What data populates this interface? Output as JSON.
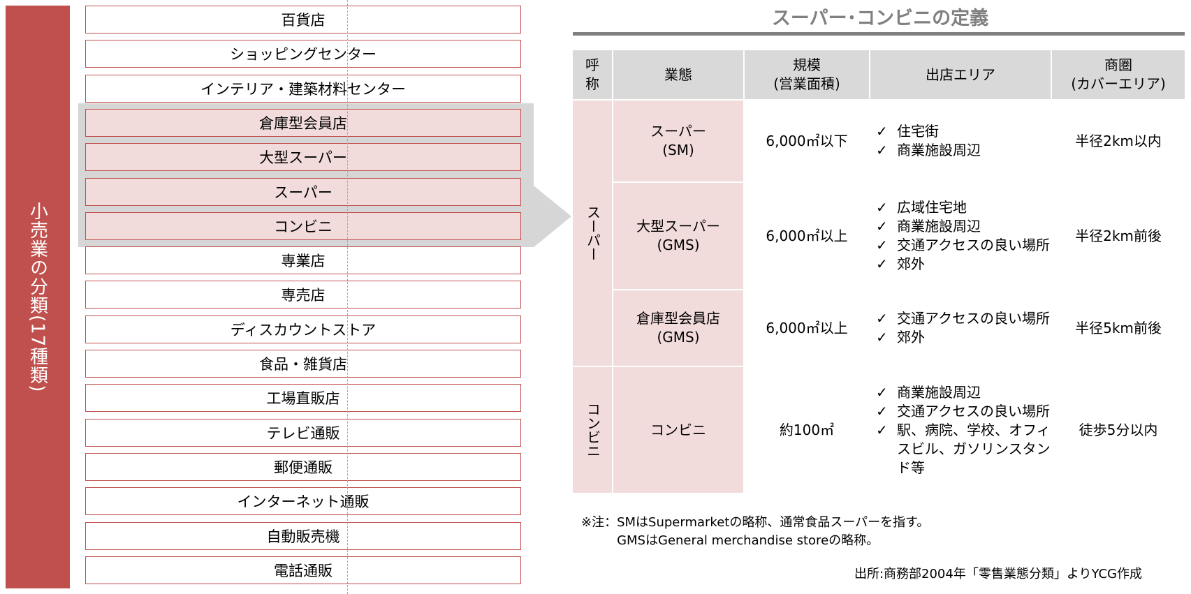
{
  "sidebar": {
    "label": "小売業の分類(17種類)"
  },
  "categories": [
    {
      "label": "百貨店",
      "highlighted": false
    },
    {
      "label": "ショッピングセンター",
      "highlighted": false
    },
    {
      "label": "インテリア・建築材料センター",
      "highlighted": false
    },
    {
      "label": "倉庫型会員店",
      "highlighted": true
    },
    {
      "label": "大型スーパー",
      "highlighted": true
    },
    {
      "label": "スーパー",
      "highlighted": true
    },
    {
      "label": "コンビニ",
      "highlighted": true
    },
    {
      "label": "専業店",
      "highlighted": false
    },
    {
      "label": "専売店",
      "highlighted": false
    },
    {
      "label": "ディスカウントストア",
      "highlighted": false
    },
    {
      "label": "食品・雑貨店",
      "highlighted": false
    },
    {
      "label": "工場直販店",
      "highlighted": false
    },
    {
      "label": "テレビ通販",
      "highlighted": false
    },
    {
      "label": "郵便通販",
      "highlighted": false
    },
    {
      "label": "インターネット通販",
      "highlighted": false
    },
    {
      "label": "自動販売機",
      "highlighted": false
    },
    {
      "label": "電話通販",
      "highlighted": false
    }
  ],
  "definition": {
    "title": "スーパー･コンビニの定義",
    "headers": [
      "呼\n称",
      "業態",
      "規模\n(営業面積)",
      "出店エリア",
      "商圏\n(カバーエリア)"
    ],
    "groups": [
      {
        "name": "スーパー",
        "rows": 3
      },
      {
        "name": "コンビニ",
        "rows": 1
      }
    ],
    "rows": [
      {
        "format": "スーパー\n(SM)",
        "scale": "6,000㎡以下",
        "areas": [
          "住宅街",
          "商業施設周辺"
        ],
        "coverage": "半径2km以内"
      },
      {
        "format": "大型スーパー\n(GMS)",
        "scale": "6,000㎡以上",
        "areas": [
          "広域住宅地",
          "商業施設周辺",
          "交通アクセスの良い場所",
          "郊外"
        ],
        "coverage": "半径2km前後"
      },
      {
        "format": "倉庫型会員店\n(GMS)",
        "scale": "6,000㎡以上",
        "areas": [
          "交通アクセスの良い場所",
          "郊外"
        ],
        "coverage": "半径5km前後"
      },
      {
        "format": "コンビニ",
        "scale": "約100㎡",
        "areas": [
          "商業施設周辺",
          "交通アクセスの良い場所",
          "駅、病院、学校、オフィスビル、ガソリンスタンド等"
        ],
        "coverage": "徒歩5分以内"
      }
    ]
  },
  "note": {
    "prefix": "※注：",
    "lines": [
      "SMはSupermarketの略称、通常食品スーパーを指す。",
      "GMSはGeneral merchandise storeの略称。"
    ]
  },
  "source": "出所:商務部2004年「零售業態分類」よりYCG作成"
}
